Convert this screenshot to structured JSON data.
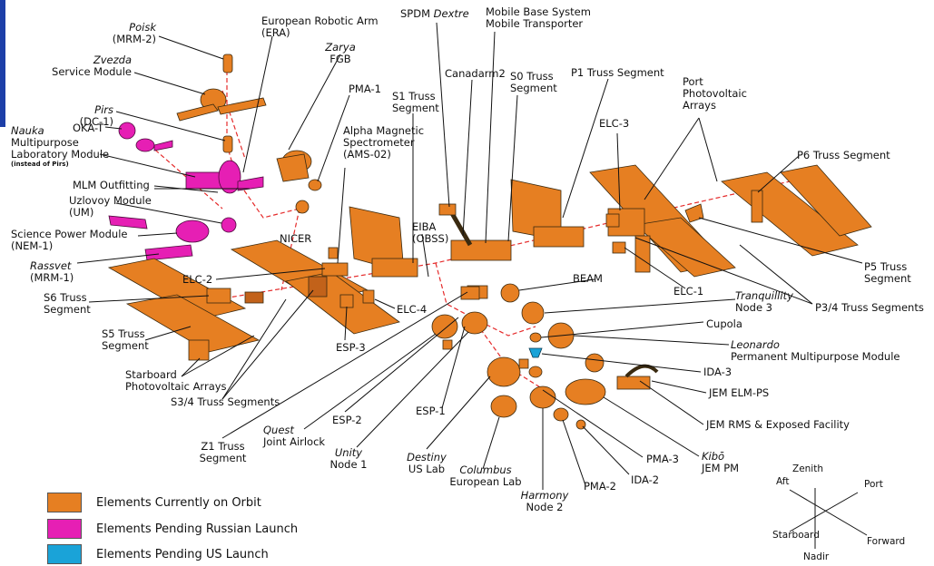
{
  "colors": {
    "on_orbit": "#e67f22",
    "pending_russian": "#e61fb4",
    "pending_us": "#1aa3d8",
    "outline": "#333333"
  },
  "labels": {
    "poisk": {
      "italic": "Poisk",
      "lines": [
        "(MRM-2)"
      ]
    },
    "zvezda": {
      "italic": "Zvezda",
      "lines": [
        "Service Module"
      ]
    },
    "pirs": {
      "italic": "Pirs",
      "lines": [
        "(DC-1)"
      ]
    },
    "okat": {
      "lines": [
        "OKA-T"
      ]
    },
    "nauka": {
      "italic": "Nauka",
      "lines": [
        "Multipurpose",
        "Laboratory Module"
      ],
      "small": "(instead of Pirs)"
    },
    "mlm": {
      "lines": [
        "MLM Outfitting"
      ]
    },
    "uzlovoy": {
      "lines": [
        "Uzlovoy Module",
        "(UM)"
      ]
    },
    "spm": {
      "lines": [
        "Science Power Module",
        "(NEM-1)"
      ]
    },
    "rassvet": {
      "italic": "Rassvet",
      "lines": [
        "(MRM-1)"
      ]
    },
    "s6": {
      "lines": [
        "S6 Truss",
        "Segment"
      ]
    },
    "s5": {
      "lines": [
        "S5 Truss",
        "Segment"
      ]
    },
    "starboard_pv": {
      "lines": [
        "Starboard",
        "Photovoltaic Arrays"
      ]
    },
    "s34": {
      "lines": [
        "S3/4 Truss Segments"
      ]
    },
    "era": {
      "lines": [
        "European Robotic Arm",
        "(ERA)"
      ]
    },
    "zarya": {
      "italic": "Zarya",
      "lines": [
        "FGB"
      ]
    },
    "pma1": {
      "lines": [
        "PMA-1"
      ]
    },
    "ams": {
      "lines": [
        "Alpha Magnetic",
        "Spectrometer",
        "(AMS-02)"
      ]
    },
    "nicer": {
      "lines": [
        "NICER"
      ]
    },
    "elc2": {
      "lines": [
        "ELC-2"
      ]
    },
    "s1": {
      "lines": [
        "S1 Truss",
        "Segment"
      ]
    },
    "spdm": {
      "italic_inline": "Dextre",
      "lines": [
        "SPDM"
      ]
    },
    "canadarm2": {
      "lines": [
        "Canadarm2"
      ]
    },
    "mbs": {
      "lines": [
        "Mobile Base System",
        "Mobile Transporter"
      ]
    },
    "s0": {
      "lines": [
        "S0 Truss",
        "Segment"
      ]
    },
    "p1": {
      "lines": [
        "P1 Truss Segment"
      ]
    },
    "eiba": {
      "lines": [
        "EIBA",
        "(OBSS)"
      ]
    },
    "elc4": {
      "lines": [
        "ELC-4"
      ]
    },
    "esp3": {
      "lines": [
        "ESP-3"
      ]
    },
    "elc3": {
      "lines": [
        "ELC-3"
      ]
    },
    "port_pv": {
      "lines": [
        "Port",
        "Photovoltaic",
        "Arrays"
      ]
    },
    "p6": {
      "lines": [
        "P6 Truss Segment"
      ]
    },
    "p5": {
      "lines": [
        "P5 Truss",
        "Segment"
      ]
    },
    "elc1": {
      "lines": [
        "ELC-1"
      ]
    },
    "p34": {
      "lines": [
        "P3/4 Truss Segments"
      ]
    },
    "beam": {
      "lines": [
        "BEAM"
      ]
    },
    "tranquillity": {
      "italic": "Tranquillity",
      "lines": [
        "Node 3"
      ]
    },
    "cupola": {
      "lines": [
        "Cupola"
      ]
    },
    "leonardo": {
      "italic": "Leonardo",
      "lines": [
        "Permanent Multipurpose Module"
      ]
    },
    "ida3": {
      "lines": [
        "IDA-3"
      ]
    },
    "jem_elm": {
      "lines": [
        "JEM ELM-PS"
      ]
    },
    "jem_rms": {
      "lines": [
        "JEM RMS & Exposed Facility"
      ]
    },
    "kibo": {
      "italic": "Kibō",
      "lines": [
        "JEM PM"
      ]
    },
    "pma3": {
      "lines": [
        "PMA-3"
      ]
    },
    "ida2": {
      "lines": [
        "IDA-2"
      ]
    },
    "pma2": {
      "lines": [
        "PMA-2"
      ]
    },
    "harmony": {
      "italic": "Harmony",
      "lines": [
        "Node 2"
      ]
    },
    "columbus": {
      "italic": "Columbus",
      "lines": [
        "European Lab"
      ]
    },
    "destiny": {
      "italic": "Destiny",
      "lines": [
        "US Lab"
      ]
    },
    "esp1": {
      "lines": [
        "ESP-1"
      ]
    },
    "unity": {
      "italic": "Unity",
      "lines": [
        "Node 1"
      ]
    },
    "esp2": {
      "lines": [
        "ESP-2"
      ]
    },
    "quest": {
      "italic": "Quest",
      "lines": [
        "Joint Airlock"
      ]
    },
    "z1": {
      "lines": [
        "Z1 Truss",
        "Segment"
      ]
    }
  },
  "legend": [
    {
      "label": "Elements Currently on Orbit",
      "color_key": "on_orbit"
    },
    {
      "label": "Elements Pending Russian Launch",
      "color_key": "pending_russian"
    },
    {
      "label": "Elements Pending US Launch",
      "color_key": "pending_us"
    }
  ],
  "directions": {
    "zenith": "Zenith",
    "nadir": "Nadir",
    "aft": "Aft",
    "port": "Port",
    "starboard": "Starboard",
    "forward": "Forward"
  }
}
